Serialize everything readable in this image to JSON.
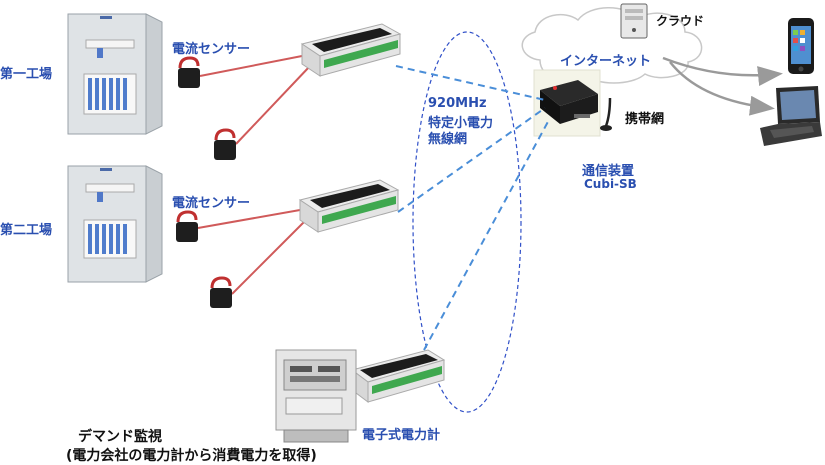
{
  "colors": {
    "label_blue": "#2a4fb0",
    "wire_red": "#d05a5a",
    "radio_link_blue": "#4a8ed8",
    "ellipse_blue": "#3050c8",
    "internet_arrow_gray": "#9a9a9a"
  },
  "labels": {
    "factory1": "第一工場",
    "factory2": "第二工場",
    "sensor1": "電流センサー",
    "sensor2": "電流センサー",
    "radio_line1": "920MHz",
    "radio_line2": "特定小電力",
    "radio_line3": "無線網",
    "internet": "インターネット",
    "cloud": "クラウド",
    "mobile_network": "携帯網",
    "gateway_line1": "通信装置",
    "gateway_line2": "Cubi-SB",
    "meter": "電子式電力計",
    "footer_line1": "デマンド監視",
    "footer_line2": "(電力会社の電力計から消費電力を取得)"
  },
  "icons": {
    "panel": "electrical-panel-icon",
    "ct_clamp": "current-sensor-clamp-icon",
    "logger": "wireless-logger-icon",
    "gateway": "gateway-device-icon",
    "antenna": "antenna-icon",
    "server": "server-icon",
    "cloud": "cloud-icon",
    "phone": "smartphone-icon",
    "laptop": "laptop-icon",
    "meter": "power-meter-icon"
  }
}
